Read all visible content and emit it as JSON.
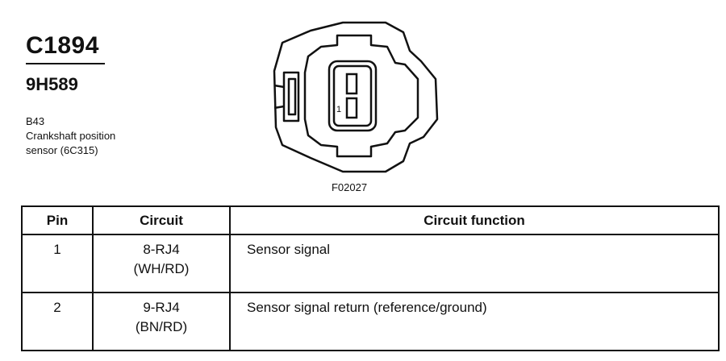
{
  "header": {
    "connector_id": "C1894",
    "part_number": "9H589",
    "description": [
      "B43",
      "Crankshaft position",
      "sensor (6C315)"
    ]
  },
  "diagram": {
    "pin_label": "1",
    "figure_code": "F02027"
  },
  "table": {
    "headers": [
      "Pin",
      "Circuit",
      "Circuit function"
    ],
    "rows": [
      {
        "pin": "1",
        "circuit": [
          "8-RJ4",
          "(WH/RD)"
        ],
        "function": "Sensor signal"
      },
      {
        "pin": "2",
        "circuit": [
          "9-RJ4",
          "(BN/RD)"
        ],
        "function": "Sensor signal return (reference/ground)"
      }
    ]
  }
}
